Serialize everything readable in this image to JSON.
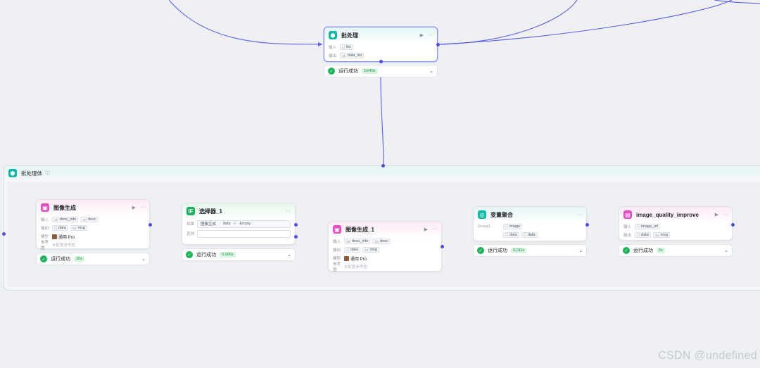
{
  "batch_node": {
    "title": "批处理",
    "input_label": "输入",
    "input_tag": {
      "type": "[ ]",
      "name": "list"
    },
    "output_label": "输出",
    "output_tag": {
      "type": "Str",
      "name": "data_list"
    },
    "status": {
      "text": "运行成功",
      "time": "1m40s"
    }
  },
  "container": {
    "title": "批处理体"
  },
  "image_gen": {
    "title": "图像生成",
    "input_label": "输入",
    "inputs": [
      {
        "type": "Str",
        "name": "desc_info"
      },
      {
        "type": "Str",
        "name": "desc"
      }
    ],
    "output_label": "输出",
    "outputs": [
      {
        "type": "☐",
        "name": "data"
      },
      {
        "type": "Str",
        "name": "msg"
      }
    ],
    "model_label": "模型",
    "model": "通用 Pro",
    "ref_label": "参考图",
    "ref_placeholder": "未配置参考图",
    "status": {
      "text": "运行成功",
      "time": "20s"
    }
  },
  "selector": {
    "title": "选择器_1",
    "cond_label": "如果",
    "cond_left": "图像生成",
    "cond_field": "data",
    "cond_op": "IF",
    "cond_value": "Empty",
    "else_label": "否则",
    "status": {
      "text": "运行成功",
      "time": "0.006s"
    }
  },
  "image_gen_1": {
    "title": "图像生成_1",
    "input_label": "输入",
    "inputs": [
      {
        "type": "Str",
        "name": "desc_info"
      },
      {
        "type": "Str",
        "name": "desc"
      }
    ],
    "output_label": "输出",
    "outputs": [
      {
        "type": "☐",
        "name": "data"
      },
      {
        "type": "Str",
        "name": "msg"
      }
    ],
    "model_label": "模型",
    "model": "通用 Pro",
    "ref_label": "参考图",
    "ref_placeholder": "未配置参考图"
  },
  "var_agg": {
    "title": "变量聚合",
    "group_label": "Group1",
    "items": [
      {
        "type": "☐",
        "name": "image"
      },
      {
        "type": "☐",
        "name": "data"
      },
      {
        "type": "☐",
        "name": "data"
      }
    ],
    "status": {
      "text": "运行成功",
      "time": "0.011s"
    }
  },
  "quality": {
    "title": "image_quality_improve",
    "input_label": "输入",
    "inputs": [
      {
        "type": "☐",
        "name": "image_url"
      }
    ],
    "output_label": "输出",
    "outputs": [
      {
        "type": "☐",
        "name": "data"
      },
      {
        "type": "Str",
        "name": "msg"
      }
    ],
    "status": {
      "text": "运行成功",
      "time": "6s"
    }
  },
  "watermark": "CSDN @undefined",
  "colors": {
    "wire": "#5b5fe8",
    "success": "#1fb25a",
    "canvas": "#eef0f3"
  }
}
